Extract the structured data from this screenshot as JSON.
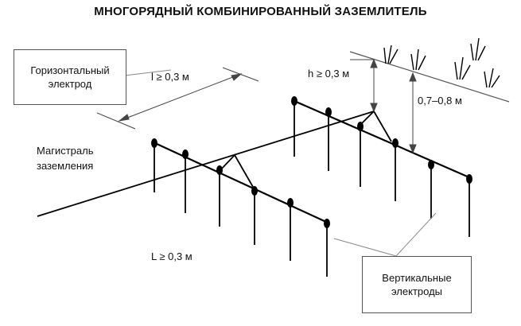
{
  "title": "МНОГОРЯДНЫЙ КОМБИНИРОВАННЫЙ ЗАЗЕМЛИТЕЛЬ",
  "labels": {
    "horizontal_electrode": [
      "Горизонтальный",
      "электрод"
    ],
    "main_line": [
      "Магистраль",
      "заземления"
    ],
    "vertical_electrodes": [
      "Вертикальные",
      "электроды"
    ],
    "spacing_l": "l ≥ 0,3 м",
    "depth_h": "h ≥ 0,3 м",
    "depth_range": "0,7–0,8 м",
    "length_L": "L ≥ 0,3 м"
  },
  "colors": {
    "line": "#000000",
    "dimension": "#444444",
    "leader": "#888888"
  }
}
